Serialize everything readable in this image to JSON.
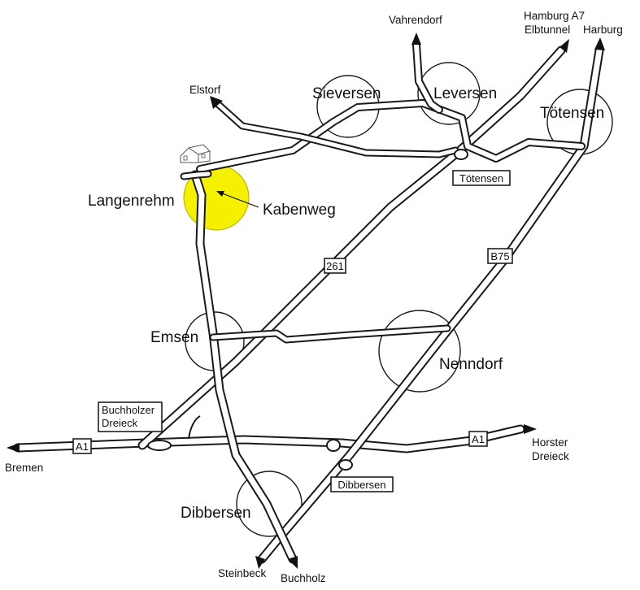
{
  "towns": {
    "sieversen": "Sieversen",
    "leversen": "Leversen",
    "toetensen": "Tötensen",
    "langenrehm": "Langenrehm",
    "kabenweg": "Kabenweg",
    "emsen": "Emsen",
    "nenndorf": "Nenndorf",
    "dibbersen": "Dibbersen"
  },
  "destinations": {
    "vahrendorf": "Vahrendorf",
    "hamburg_a7_line1": "Hamburg A7",
    "hamburg_a7_line2": "Elbtunnel",
    "harburg": "Harburg",
    "elstorf": "Elstorf",
    "bremen": "Bremen",
    "horster_line1": "Horster",
    "horster_line2": "Dreieck",
    "steinbeck": "Steinbeck",
    "buchholz": "Buchholz"
  },
  "signs": {
    "buchholzer_line1": "Buchholzer",
    "buchholzer_line2": "Dreieck",
    "toetensen_exit": "Tötensen",
    "dibbersen_exit": "Dibbersen",
    "route_261": "261",
    "route_b75": "B75",
    "a1_west": "A1",
    "a1_east": "A1"
  },
  "colors": {
    "highlight": "#f5ef00",
    "road_outline": "#1a1a1a",
    "road_fill": "#ffffff"
  },
  "icons": {
    "location_marker": "house-drawing-icon"
  }
}
